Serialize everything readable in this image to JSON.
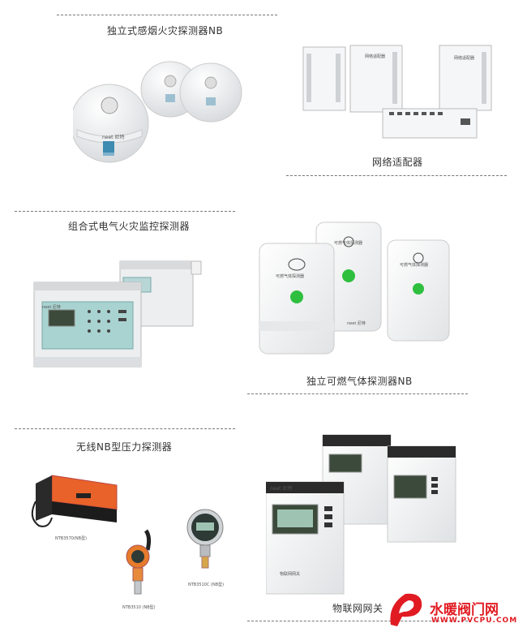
{
  "sections": {
    "smoke": {
      "title": "独立式感烟火灾探测器NB",
      "logo": "neet 尼特"
    },
    "adapter": {
      "title": "网络适配器",
      "label_a": "网络适配器",
      "label_b": "网络适配器"
    },
    "electrical": {
      "title": "组合式电气火灾监控探测器",
      "brand": "neet 尼特"
    },
    "gas": {
      "title": "独立可燃气体探测器NB",
      "label_a": "可燃气体探测器",
      "label_b": "可燃气体探测器",
      "label_c": "可燃气体探测器",
      "brand": "neet 尼特"
    },
    "pressure": {
      "title": "无线NB型压力探测器",
      "label_box": "NTB3570(NB型)",
      "label_gauge": "NTB3510C (NB型)",
      "label_transmitter": "NTB3510 (NB型)"
    },
    "iot": {
      "title": "物联网网关",
      "brand": "neet 尼特",
      "device_label": "物联网网关"
    }
  },
  "watermark": {
    "name": "水暖阀门网",
    "url": "WWW.PVCPU.COM"
  }
}
